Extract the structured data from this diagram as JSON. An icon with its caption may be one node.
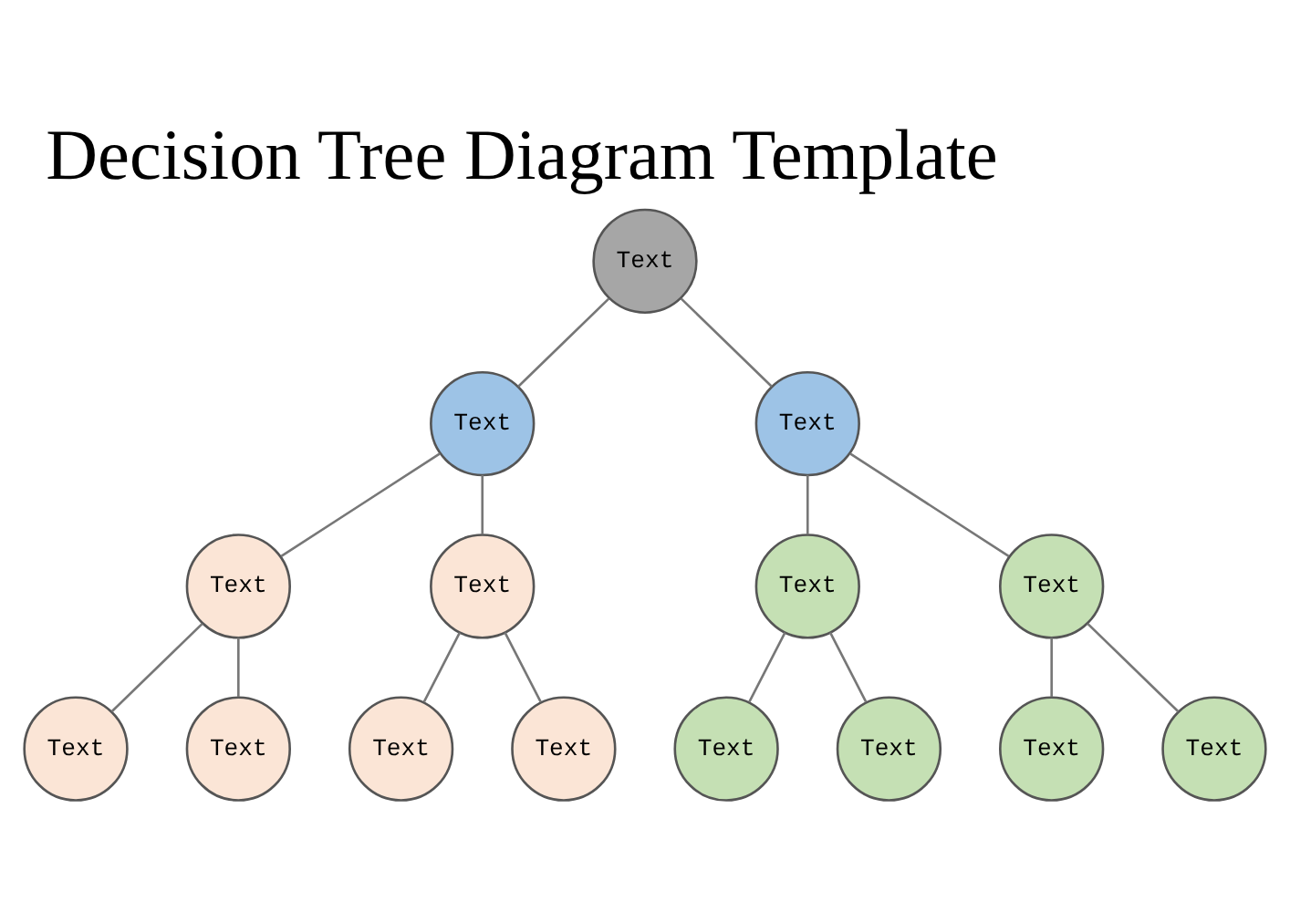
{
  "diagram": {
    "title": "Decision Tree Diagram Template",
    "nodes": [
      {
        "text": [
          "Text"
        ]
      },
      {
        "text": [
          "Text"
        ]
      },
      {
        "text": [
          "Text"
        ]
      },
      {
        "text": [
          "Text"
        ]
      },
      {
        "text": [
          "Text"
        ]
      },
      {
        "text": [
          "Text"
        ]
      },
      {
        "text": [
          "Text"
        ]
      },
      {
        "text": [
          "Text"
        ]
      },
      {
        "text": [
          "Text"
        ]
      },
      {
        "text": [
          "Text"
        ]
      },
      {
        "text": [
          "Text"
        ]
      },
      {
        "text": [
          "Text"
        ]
      },
      {
        "text": [
          "Text"
        ]
      },
      {
        "text": [
          "Text"
        ]
      },
      {
        "text": [
          "Text"
        ]
      }
    ],
    "edges": [
      {
        "from": 0,
        "to": 1,
        "arrow": "none"
      },
      {
        "from": 0,
        "to": 2,
        "arrow": "none"
      },
      {
        "from": 1,
        "to": 3,
        "arrow": "none"
      },
      {
        "from": 1,
        "to": 4,
        "arrow": "none"
      },
      {
        "from": 2,
        "to": 5,
        "arrow": "none"
      },
      {
        "from": 2,
        "to": 6,
        "arrow": "none"
      },
      {
        "from": 3,
        "to": 7,
        "arrow": "none"
      },
      {
        "from": 3,
        "to": 8,
        "arrow": "none"
      },
      {
        "from": 4,
        "to": 9,
        "arrow": "none"
      },
      {
        "from": 4,
        "to": 10,
        "arrow": "none"
      },
      {
        "from": 5,
        "to": 11,
        "arrow": "none"
      },
      {
        "from": 5,
        "to": 12,
        "arrow": "none"
      },
      {
        "from": 6,
        "to": 13,
        "arrow": "none"
      },
      {
        "from": 6,
        "to": 14,
        "arrow": "none"
      }
    ]
  }
}
